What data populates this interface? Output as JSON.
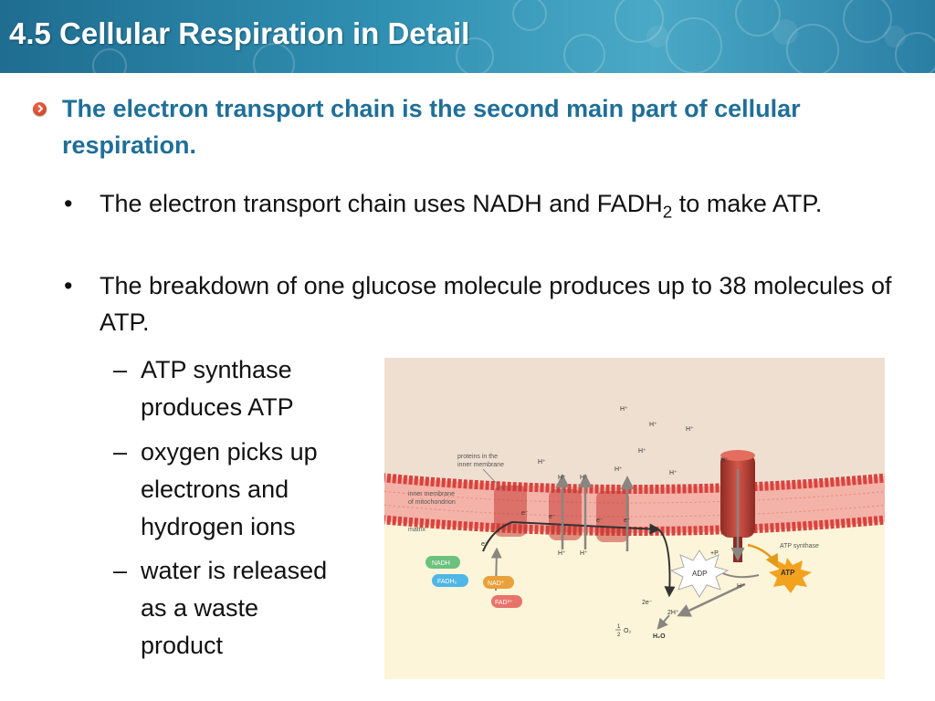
{
  "header": {
    "title": "4.5 Cellular Respiration in Detail"
  },
  "heading": {
    "text": "The electron transport chain is the second main part of cellular respiration."
  },
  "bullets": [
    {
      "before": "The electron transport chain uses NADH and FADH",
      "sub": "2",
      "after": " to make ATP."
    },
    {
      "text": "The breakdown of one glucose molecule produces up to 38 molecules of ATP."
    }
  ],
  "sub_bullets": [
    "ATP synthase produces ATP",
    "oxygen picks up electrons and hydrogen ions",
    "water is released as a waste product"
  ],
  "diagram": {
    "labels": {
      "proteins": [
        "proteins in the",
        "inner membrane"
      ],
      "membrane": [
        "inner membrane",
        "of mitochondrion"
      ],
      "matrix": "matrix",
      "atp_synthase": "ATP synthase",
      "nadh": "NADH",
      "fadh2": "FADH₂",
      "nad": "NAD⁺",
      "fad": "FAD²⁺",
      "adp": "ADP",
      "atp": "ATP",
      "plus_p": "+P",
      "h_plus": "H⁺",
      "e_minus": "e⁻",
      "two_e": "2e⁻",
      "two_h": "2H⁺",
      "half_o2_num": "1",
      "half_o2_den": "2",
      "o2": "O₂",
      "water": "H₂O"
    },
    "colors": {
      "intermembrane": "#efdfd1",
      "matrix": "#fdf5d9",
      "membrane": "#d9423e",
      "synthase": "#b03a30",
      "nadh": "#6cc17e",
      "fadh2": "#4fb6e5",
      "nad": "#e9a13b",
      "fad": "#e8736b",
      "atp": "#f2a21f"
    }
  }
}
